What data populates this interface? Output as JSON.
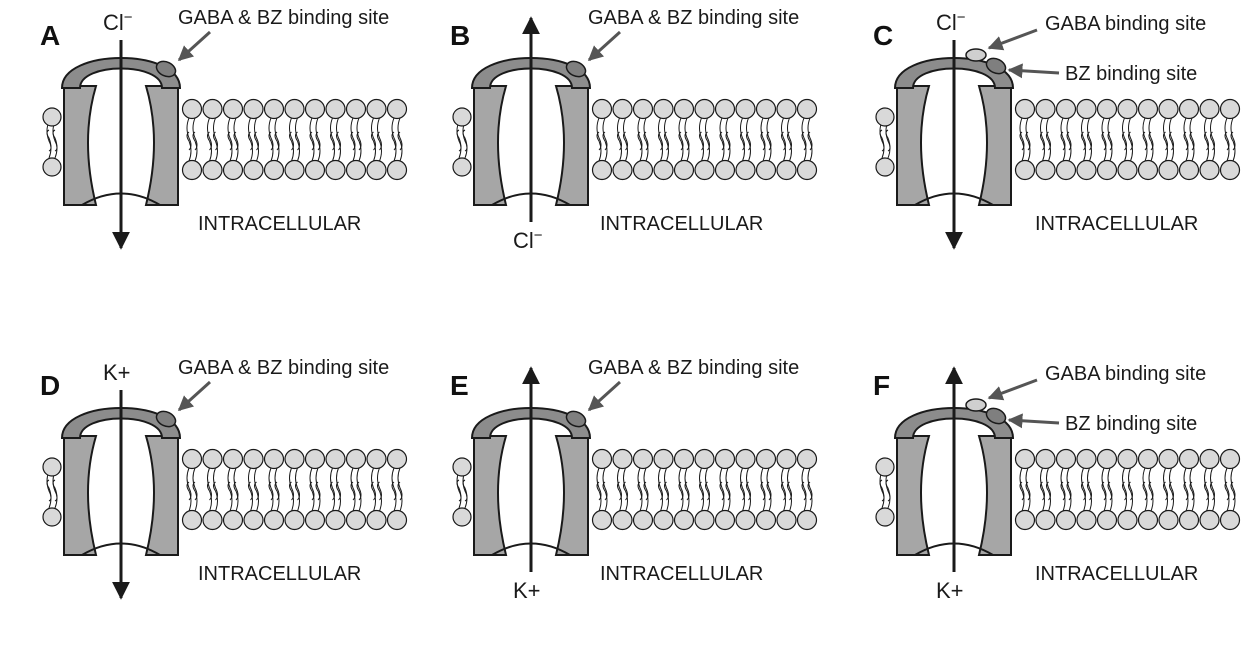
{
  "colors": {
    "background": "#ffffff",
    "channel_gray": "#a6a6a6",
    "cap_gray": "#8c8c8c",
    "head_fill": "#d9d9d9",
    "outline": "#1a1a1a",
    "site_fill": "#7f7f7f",
    "site_light": "#cfcfcf"
  },
  "panels": [
    {
      "id": "A",
      "letter": "A",
      "ion": "Cl",
      "ion_sup": "−",
      "ion_pos": "top",
      "direction": "down",
      "label1": "GABA & BZ binding site",
      "label2": "",
      "region": "INTRACELLULAR",
      "separate_sites": false
    },
    {
      "id": "B",
      "letter": "B",
      "ion": "Cl",
      "ion_sup": "−",
      "ion_pos": "bottom",
      "direction": "up",
      "label1": "GABA & BZ binding site",
      "label2": "",
      "region": "INTRACELLULAR",
      "separate_sites": false
    },
    {
      "id": "C",
      "letter": "C",
      "ion": "Cl",
      "ion_sup": "−",
      "ion_pos": "top",
      "direction": "down",
      "label1": "GABA binding  site",
      "label2": "BZ binding  site",
      "region": "INTRACELLULAR",
      "separate_sites": true
    },
    {
      "id": "D",
      "letter": "D",
      "ion": "K+",
      "ion_sup": "",
      "ion_pos": "top",
      "direction": "down",
      "label1": "GABA & BZ binding site",
      "label2": "",
      "region": "INTRACELLULAR",
      "separate_sites": false
    },
    {
      "id": "E",
      "letter": "E",
      "ion": "K+",
      "ion_sup": "",
      "ion_pos": "bottom",
      "direction": "up",
      "label1": "GABA & BZ binding site",
      "label2": "",
      "region": "INTRACELLULAR",
      "separate_sites": false
    },
    {
      "id": "F",
      "letter": "F",
      "ion": "K+",
      "ion_sup": "",
      "ion_pos": "bottom",
      "direction": "up",
      "label1": "GABA binding site",
      "label2": "BZ binding  site",
      "region": "INTRACELLULAR",
      "separate_sites": true
    }
  ]
}
